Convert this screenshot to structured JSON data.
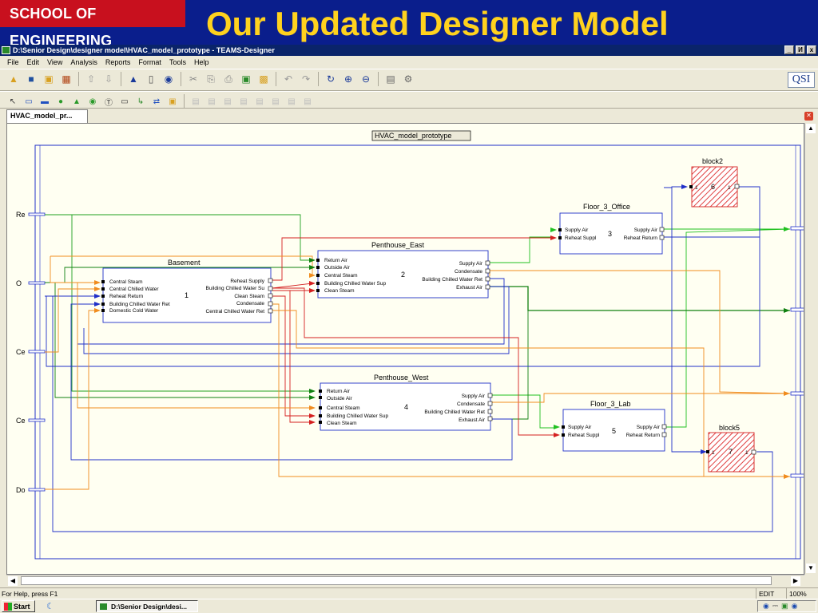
{
  "slide": {
    "school": "SCHOOL OF ENGINEERING",
    "title": "Our Updated Designer Model"
  },
  "window": {
    "title": "D:\\Senior Design\\designer model\\HVAC_model_prototype - TEAMS-Designer",
    "buttons": [
      "_",
      "И",
      "x"
    ]
  },
  "menu": [
    "File",
    "Edit",
    "View",
    "Analysis",
    "Reports",
    "Format",
    "Tools",
    "Help"
  ],
  "toolbar": {
    "logo": "QSI"
  },
  "document": {
    "tab": "HVAC_model_pr...",
    "model_label": "HVAC_model_prototype"
  },
  "edges": {
    "left": [
      "Re",
      "O",
      "Ce",
      "Ce",
      "Do"
    ]
  },
  "blocks": {
    "basement": {
      "name": "Basement",
      "number": "1",
      "inputs": [
        "Central Steam",
        "Central Chilled Water",
        "Reheat Return",
        "Building Chilled Water Ret",
        "Domestic Cold Water"
      ],
      "outputs": [
        "Reheat Supply",
        "Building Chilled Water Su",
        "Clean Steam",
        "Condensate",
        "Central Chilled Water Ret"
      ]
    },
    "penthouse_east": {
      "name": "Penthouse_East",
      "number": "2",
      "inputs": [
        "Return Air",
        "Outside Air",
        "Central Steam",
        "Building Chilled Water Sup",
        "Clean Steam"
      ],
      "outputs": [
        "Supply Air",
        "Condensate",
        "Building Chilled Water Ret",
        "Exhaust Air"
      ]
    },
    "floor3_office": {
      "name": "Floor_3_Office",
      "number": "3",
      "inputs": [
        "Supply Air",
        "Reheat Suppl"
      ],
      "outputs": [
        "Supply Air",
        "Reheat Return"
      ]
    },
    "penthouse_west": {
      "name": "Penthouse_West",
      "number": "4",
      "inputs": [
        "Return Air",
        "Outside Air",
        "Central Steam",
        "Building Chilled Water Sup",
        "Clean Steam"
      ],
      "outputs": [
        "Supply Air",
        "Condensate",
        "Building Chilled Water Ret",
        "Exhaust Air"
      ]
    },
    "floor3_lab": {
      "name": "Floor_3_Lab",
      "number": "5",
      "inputs": [
        "Supply Air",
        "Reheat Suppl"
      ],
      "outputs": [
        "Supply Air",
        "Reheat Return"
      ]
    },
    "block2": {
      "name": "block2",
      "number": "6",
      "in": "1",
      "out": "1"
    },
    "block5": {
      "name": "block5",
      "number": "7",
      "in": "1",
      "out": "1"
    }
  },
  "status": {
    "help": "For Help, press F1",
    "mode": "EDIT",
    "zoom": "100%"
  },
  "taskbar": {
    "start": "Start",
    "task": "D:\\Senior Design\\desi..."
  },
  "colors": {
    "slide_bg": "#0a1e8c",
    "badge": "#c8101e",
    "title": "#ffd21e",
    "blue_wire": "#2030c8",
    "green_wire": "#20c020",
    "red_wire": "#d42020",
    "orange_wire": "#f08c1e",
    "dark_green_wire": "#108010"
  }
}
